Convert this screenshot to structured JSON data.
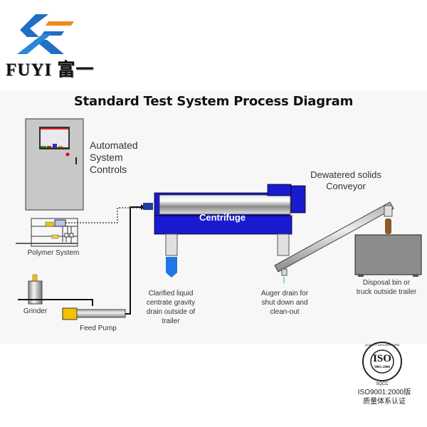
{
  "brand": {
    "name": "FUYI",
    "name_cn": "富一",
    "colors": {
      "blue": "#1f6fc4",
      "orange": "#f08a1c"
    }
  },
  "diagram": {
    "title": "Standard Test System Process Diagram",
    "components": {
      "controls": [
        "Automated",
        "System",
        "Controls"
      ],
      "polymer": "Polymer System",
      "grinder": "Grinder",
      "feed_pump": "Feed Pump",
      "centrifuge": "Centrifuge",
      "conveyor": [
        "Dewatered solids",
        "Conveyor"
      ],
      "clarified": [
        "Clarified liquid",
        "centrate gravity",
        "drain outside of",
        "trailer"
      ],
      "auger": [
        "Auger drain  for",
        "shut down  and",
        "clean-out"
      ],
      "disposal": [
        "Disposal bin or",
        "truck outside trailer"
      ]
    },
    "colors": {
      "centrifuge_blue": "#1a1ad0",
      "pump_yellow": "#f5c000",
      "liquid_blue": "#1e78e8",
      "bin_gray": "#8c8c8c"
    }
  },
  "certification": {
    "ring_top": "QUALITY ASSURED FIRM",
    "badge": "ISO",
    "standard": "9001:2000",
    "org": "SQCC",
    "caption_line1": "ISO9001:2000版",
    "caption_line2": "质量体系认证"
  }
}
